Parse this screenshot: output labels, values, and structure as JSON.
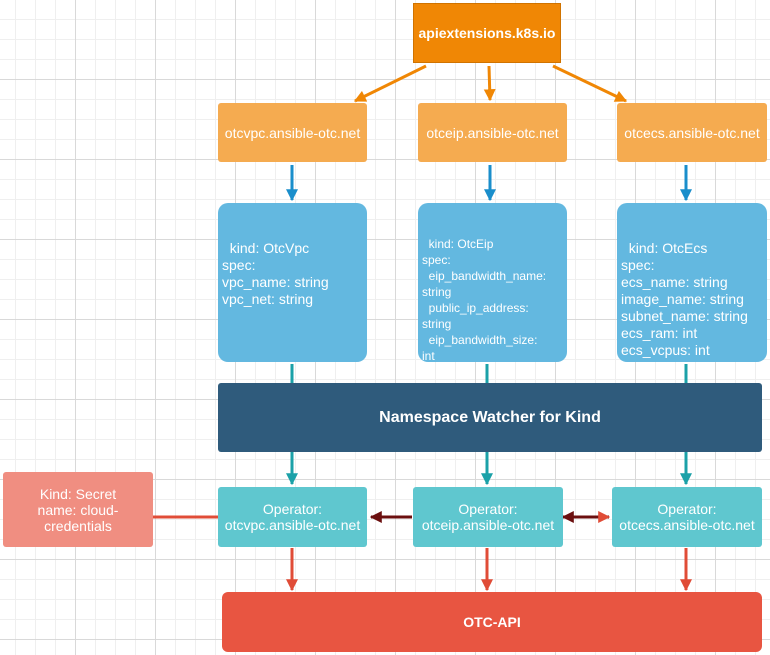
{
  "root": {
    "label": "apiextensions.k8s.io"
  },
  "groups": [
    {
      "label": "otcvpc.ansible-otc.net"
    },
    {
      "label": "otceip.ansible-otc.net"
    },
    {
      "label": "otcecs.ansible-otc.net"
    }
  ],
  "specs": [
    {
      "text": "kind: OtcVpc\nspec:\nvpc_name: string\nvpc_net: string"
    },
    {
      "text": "kind: OtcEip\nspec:\n  eip_bandwidth_name:\nstring\n  public_ip_address:\nstring\n  eip_bandwidth_size:\nint"
    },
    {
      "text": "kind: OtcEcs\nspec:\necs_name: string\nimage_name: string\nsubnet_name: string\necs_ram: int\necs_vcpus: int"
    }
  ],
  "watcher": {
    "label": "Namespace Watcher for Kind"
  },
  "operators": [
    {
      "line1": "Operator:",
      "line2": "otcvpc.ansible-otc.net"
    },
    {
      "line1": "Operator:",
      "line2": "otceip.ansible-otc.net"
    },
    {
      "line1": "Operator:",
      "line2": "otcecs.ansible-otc.net"
    }
  ],
  "secret": {
    "line1": "Kind: Secret",
    "line2": "name: cloud-",
    "line3": "credentials"
  },
  "api": {
    "label": "OTC-API"
  },
  "colors": {
    "orange_arrow": "#f08705",
    "blue_arrow": "#1a8ecb",
    "teal_arrow": "#1ba1a8",
    "red_arrow": "#e04c37",
    "dark_arrow": "#6b0f0f",
    "secret_line": "#e04c37"
  }
}
